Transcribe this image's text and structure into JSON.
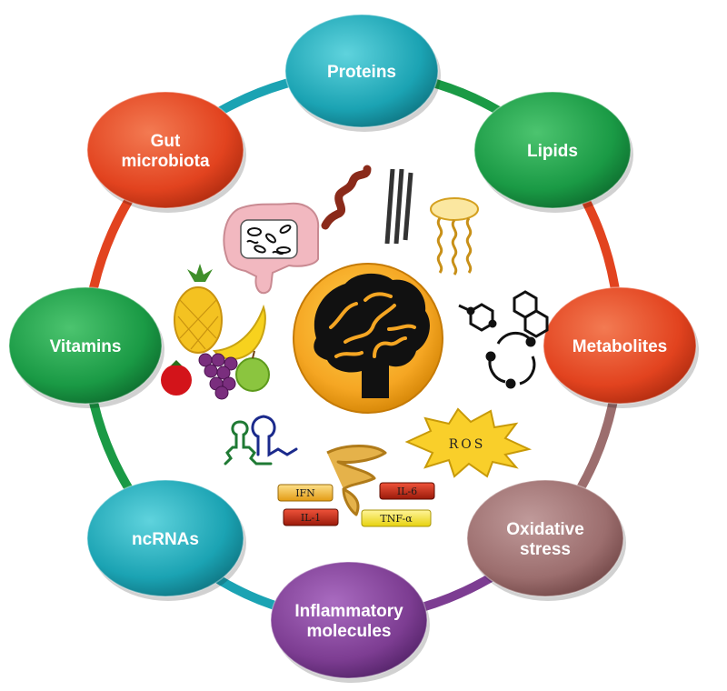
{
  "nodes": [
    {
      "id": "proteins",
      "lines": [
        "Proteins"
      ],
      "color": "#1ba3b3"
    },
    {
      "id": "lipids",
      "lines": [
        "Lipids"
      ],
      "color": "#1a9a45"
    },
    {
      "id": "metabolites",
      "lines": [
        "Metabolites"
      ],
      "color": "#e2431f"
    },
    {
      "id": "oxidative-stress",
      "lines": [
        "Oxidative",
        "stress"
      ],
      "color": "#9c6e6e"
    },
    {
      "id": "inflammatory-molecules",
      "lines": [
        "Inflammatory",
        "molecules"
      ],
      "color": "#7d3d92"
    },
    {
      "id": "ncrnas",
      "lines": [
        "ncRNAs"
      ],
      "color": "#1ba3b3"
    },
    {
      "id": "vitamins",
      "lines": [
        "Vitamins"
      ],
      "color": "#1a9a45"
    },
    {
      "id": "gut-microbiota",
      "lines": [
        "Gut",
        "microbiota"
      ],
      "color": "#e2431f"
    }
  ],
  "icons": {
    "ros": "ROS",
    "cytokines": [
      "IFN",
      "IL-6",
      "IL-1",
      "TNF-α"
    ]
  },
  "colors": {
    "brain_disc": "#f5a623",
    "brain_fill": "#111111"
  }
}
